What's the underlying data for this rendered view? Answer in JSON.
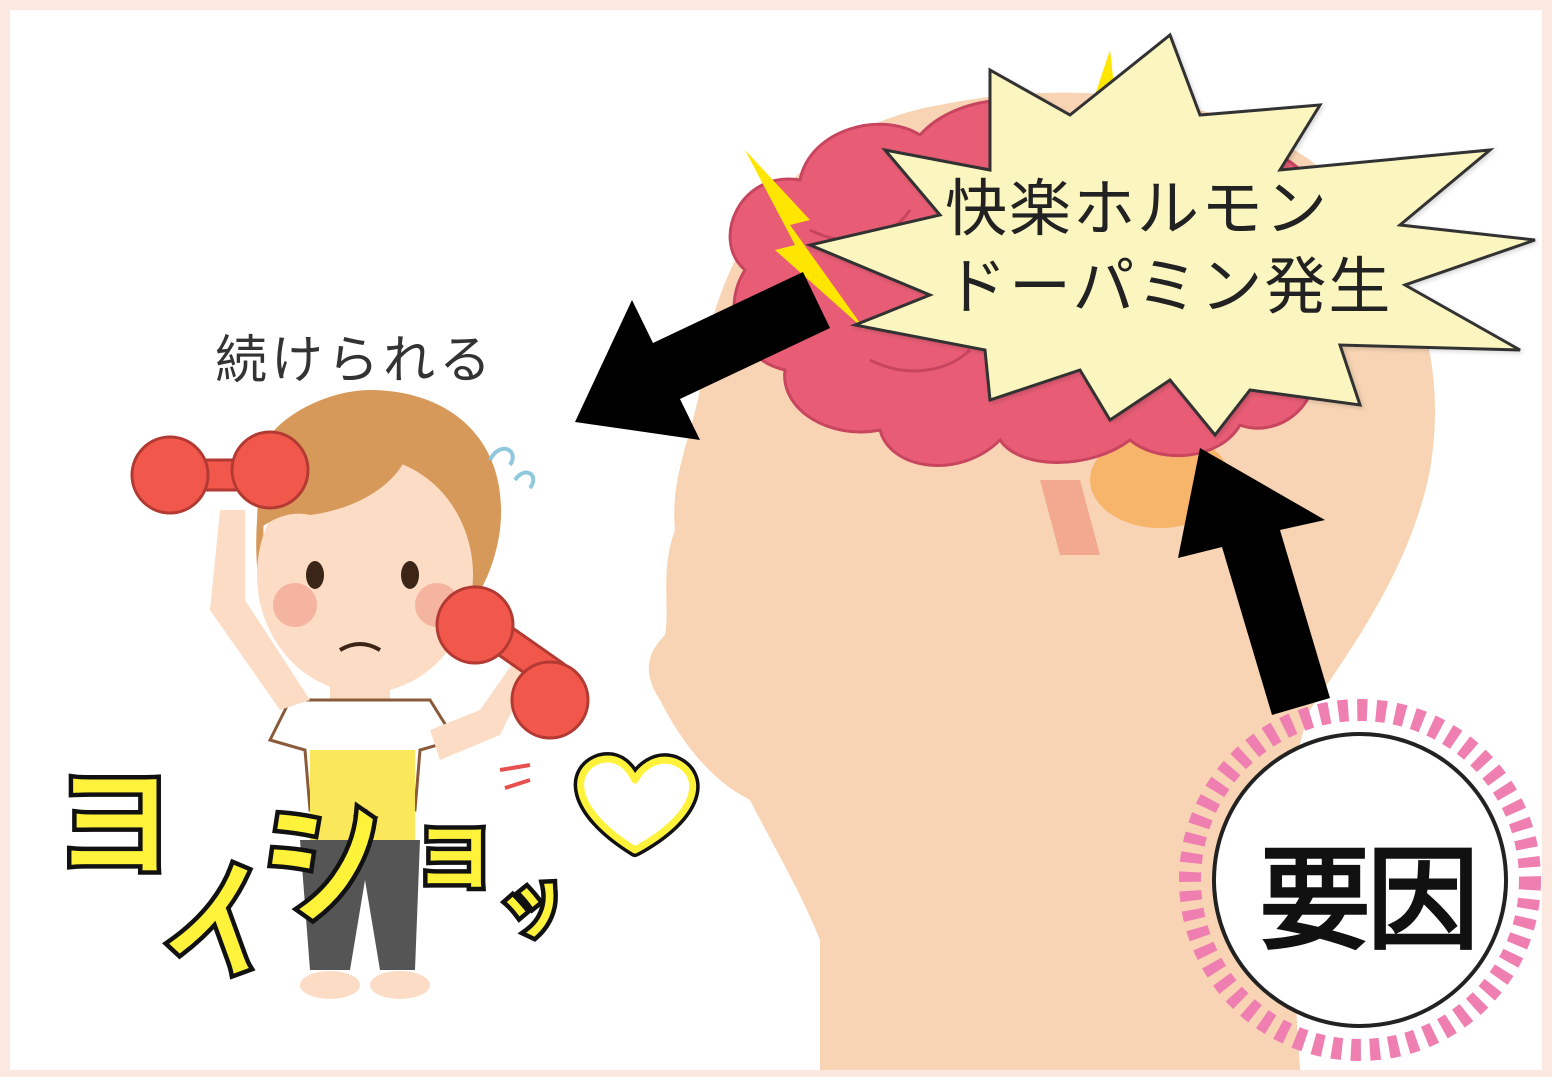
{
  "labels": {
    "result": "続けられる",
    "hormone_line1": "快楽ホルモン",
    "hormone_line2": "ドーパミン発生",
    "effort": [
      "ヨ",
      "イ",
      "シ",
      "ョ",
      "ッ"
    ],
    "factor": "要因"
  },
  "colors": {
    "background": "#fbe9e0",
    "head": "#f8d4b4",
    "brain": "#e85d75",
    "burst": "#fbf6c0",
    "bolt": "#ffe600",
    "arrow": "#000000",
    "heart_ring": "#ef7fb0",
    "effort_text": "#fff23a",
    "dumbbell": "#f2574c"
  },
  "icons": [
    "brain-icon",
    "lightning-icon",
    "burst-icon",
    "arrow-icon",
    "heart-icon",
    "woman-with-dumbbells-icon",
    "sweat-icon"
  ]
}
